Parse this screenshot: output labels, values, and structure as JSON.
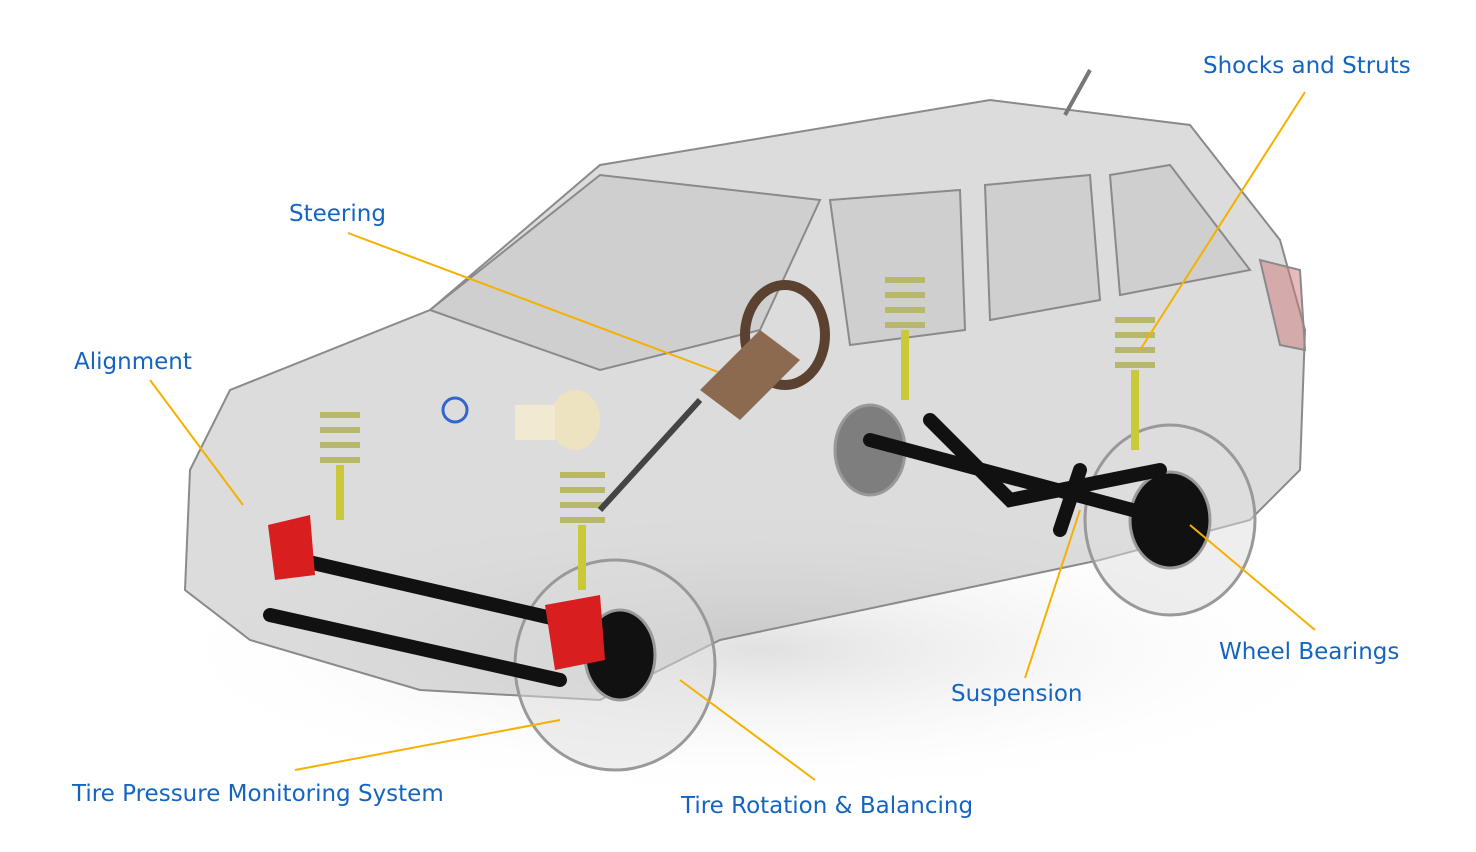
{
  "labels": {
    "shocks": "Shocks and Struts",
    "steering": "Steering",
    "alignment": "Alignment",
    "tpms": "Tire Pressure Monitoring System",
    "tire_rotation": "Tire Rotation & Balancing",
    "suspension": "Suspension",
    "wheel_bearings": "Wheel Bearings"
  },
  "colors": {
    "label": "#1565c0",
    "leader": "#f5b000",
    "caliper": "#d81e1e"
  }
}
